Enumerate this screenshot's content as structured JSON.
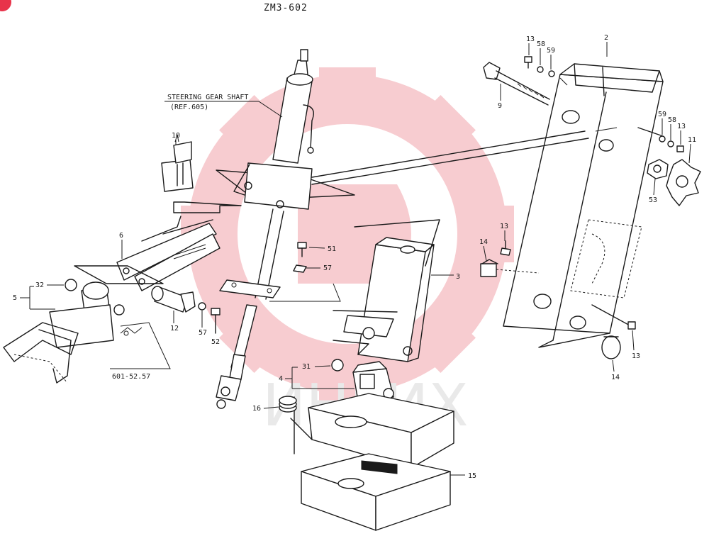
{
  "diagram": {
    "title": "ZM3-602",
    "callouts": {
      "steering_line1": "STEERING GEAR SHAFT",
      "steering_line2": "(REF.605)",
      "ref_601": "601-52.57"
    },
    "part_numbers": {
      "p2": "2",
      "p3": "3",
      "p4": "4",
      "p5": "5",
      "p6": "6",
      "p9": "9",
      "p10": "10",
      "p11": "11",
      "p12": "12",
      "p13a": "13",
      "p13b": "13",
      "p13c": "13",
      "p13d": "13",
      "p14a": "14",
      "p14b": "14",
      "p15": "15",
      "p16": "16",
      "p31": "31",
      "p32": "32",
      "p51": "51",
      "p52": "52",
      "p53": "53",
      "p57a": "57",
      "p57b": "57",
      "p58a": "58",
      "p58b": "58",
      "p59a": "59",
      "p59b": "59"
    },
    "watermark_text": "ИНГИХ",
    "colors": {
      "ink": "#1a1a1a",
      "watermark": "#f2a3aa",
      "badge": "#e8334a"
    }
  }
}
